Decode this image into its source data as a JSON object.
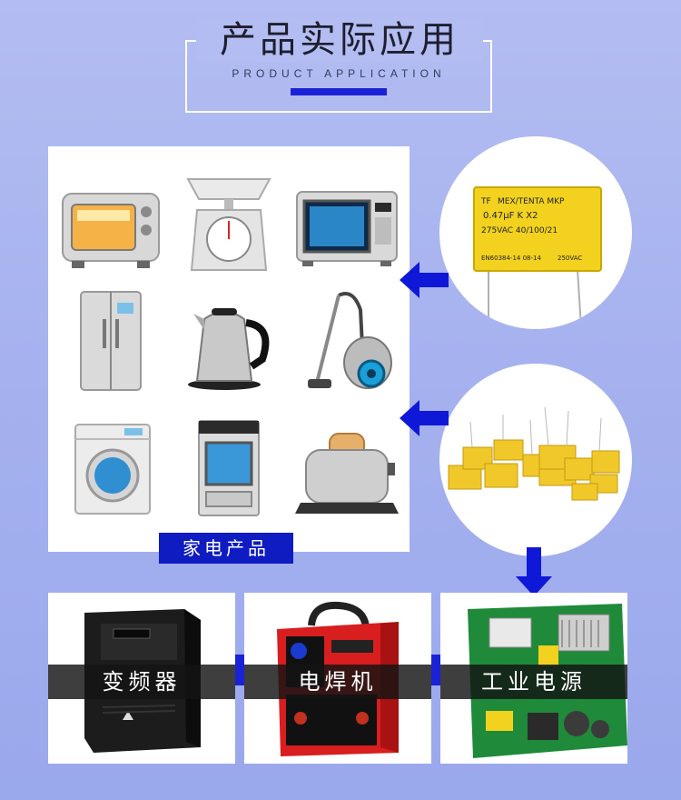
{
  "header": {
    "title": "产品实际应用",
    "subtitle": "PRODUCT APPLICATION"
  },
  "appliances": {
    "tag": "家电产品",
    "items": [
      "oven-icon",
      "kitchen-scale-icon",
      "microwave-icon",
      "refrigerator-icon",
      "electric-kettle-icon",
      "vacuum-cleaner-icon",
      "washing-machine-icon",
      "stove-icon",
      "toaster-icon"
    ]
  },
  "capacitor": {
    "line1": "MEX/TENTA MKP",
    "line2": "0.47μF  K  X2",
    "line3": "275VAC  40/100/21",
    "line4": "EN60384-14 08-14",
    "line5": "250VAC",
    "brand": "TF"
  },
  "applications": [
    {
      "label": "变频器"
    },
    {
      "label": "电焊机"
    },
    {
      "label": "工业电源"
    }
  ],
  "colors": {
    "accent": "#1a22d8",
    "tag_bg": "#0e1cc2",
    "background": "#a6b2ef",
    "capacitor_yellow": "#f2d21e"
  }
}
